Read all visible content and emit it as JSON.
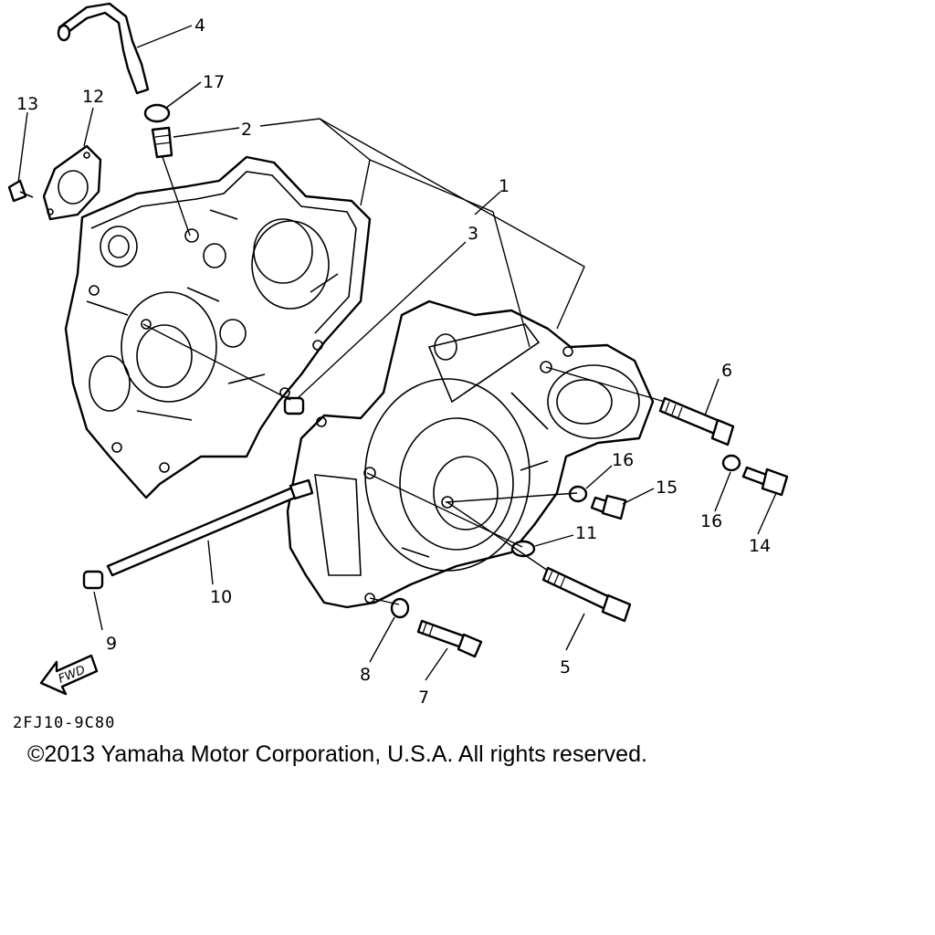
{
  "diagram": {
    "callouts": [
      "1",
      "2",
      "3",
      "4",
      "5",
      "6",
      "7",
      "8",
      "9",
      "10",
      "11",
      "12",
      "13",
      "14",
      "15",
      "16",
      "16",
      "17"
    ],
    "arrow_label": "FWD",
    "drawing_code": "2FJ10-9C80",
    "copyright": "©2013 Yamaha Motor Corporation, U.S.A. All rights reserved."
  }
}
